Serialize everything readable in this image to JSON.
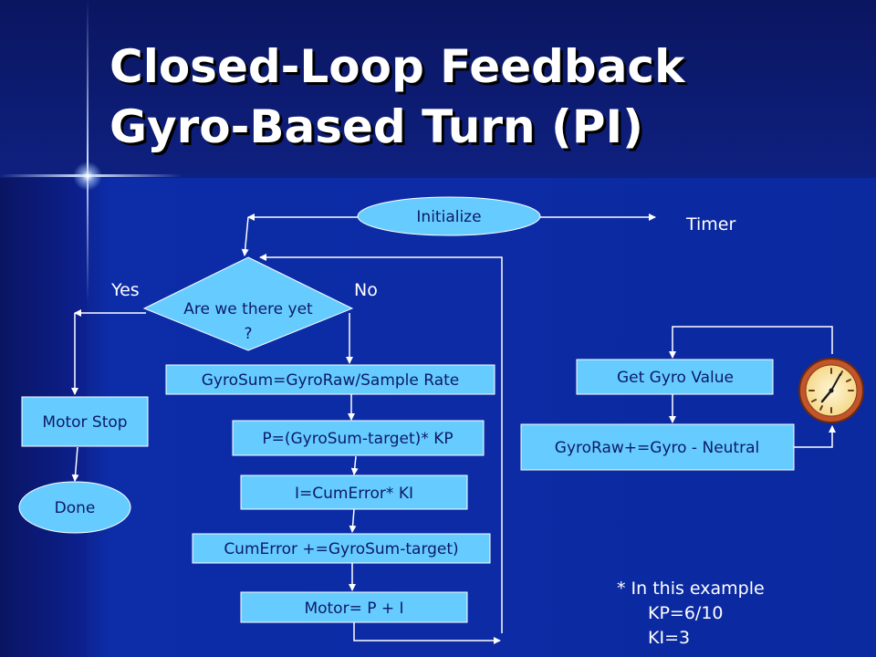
{
  "slide": {
    "title_line1": "Closed-Loop Feedback",
    "title_line2": "Gyro-Based Turn (PI)"
  },
  "diagram": {
    "initialize": "Initialize",
    "timer": "Timer",
    "decision_line1": "Are we there yet",
    "decision_line2": "?",
    "yes_label": "Yes",
    "no_label": "No",
    "gyrosum": "GyroSum=GyroRaw/Sample Rate",
    "p_calc": "P=(GyroSum-target)* KP",
    "i_calc": "I=CumError* KI",
    "cumerror": "CumError +=GyroSum-target)",
    "motor": "Motor= P + I",
    "motor_stop": "Motor Stop",
    "done": "Done",
    "get_gyro": "Get Gyro Value",
    "gyroraw": "GyroRaw+=Gyro - Neutral"
  },
  "note": {
    "line1": "* In this example",
    "line2": "KP=6/10",
    "line3": "KI=3"
  },
  "icons": {
    "clock": "clock-icon"
  },
  "colors": {
    "shape_fill": "#66ccff",
    "background": "#0b2aa0",
    "text_on_shape": "#0d1a66"
  }
}
